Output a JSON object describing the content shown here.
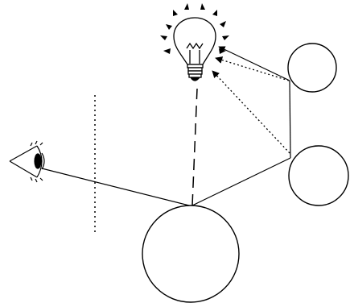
{
  "diagram": {
    "stroke_color": "#000000",
    "background_color": "#ffffff",
    "objects": [
      {
        "name": "eye",
        "kind": "eye-icon"
      },
      {
        "name": "image-plane",
        "kind": "dotted-line"
      },
      {
        "name": "light-bulb",
        "kind": "light-source-icon"
      },
      {
        "name": "large-sphere",
        "kind": "circle"
      },
      {
        "name": "upper-sphere",
        "kind": "circle"
      },
      {
        "name": "middle-sphere",
        "kind": "circle"
      }
    ],
    "rays": [
      {
        "name": "eye-to-large-sphere",
        "style": "solid"
      },
      {
        "name": "large-sphere-to-middle-sphere",
        "style": "solid"
      },
      {
        "name": "middle-sphere-to-upper-sphere",
        "style": "solid"
      },
      {
        "name": "upper-sphere-to-light",
        "style": "solid-arrow"
      },
      {
        "name": "shadow-ray-large-sphere",
        "style": "dashed"
      },
      {
        "name": "shadow-ray-middle-sphere",
        "style": "dotted-arrow"
      },
      {
        "name": "shadow-ray-upper-sphere",
        "style": "dotted-arrow"
      }
    ]
  }
}
